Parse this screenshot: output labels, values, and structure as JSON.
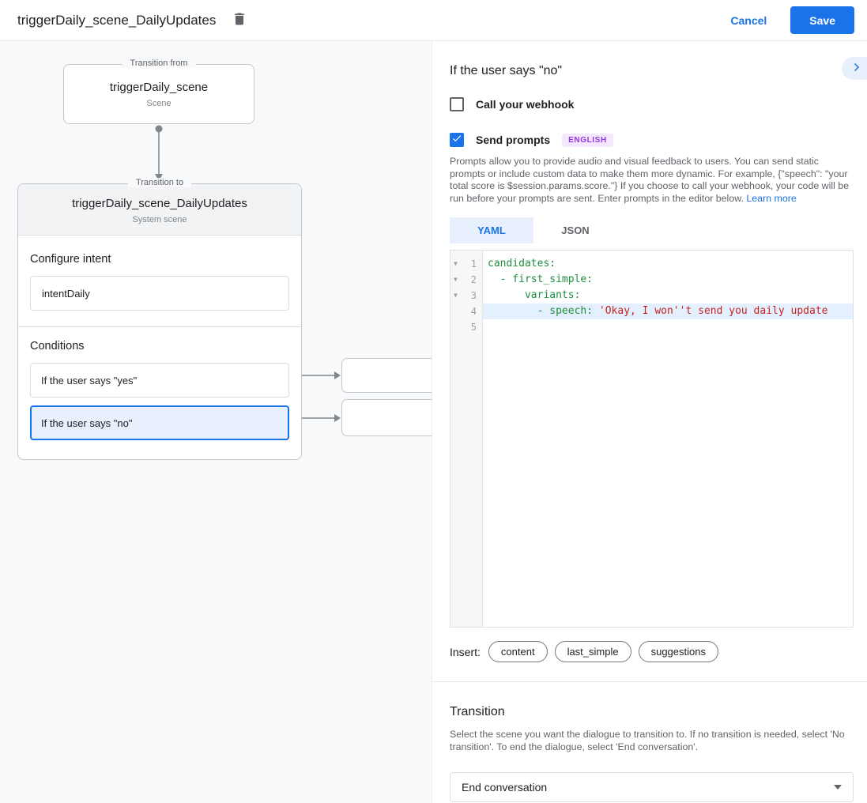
{
  "topbar": {
    "title": "triggerDaily_scene_DailyUpdates",
    "cancel_label": "Cancel",
    "save_label": "Save"
  },
  "canvas": {
    "from_box": {
      "label": "Transition from",
      "title": "triggerDaily_scene",
      "subtitle": "Scene"
    },
    "to_box": {
      "label": "Transition to",
      "title": "triggerDaily_scene_DailyUpdates",
      "subtitle": "System scene",
      "configure_intent_label": "Configure intent",
      "intent_value": "intentDaily",
      "conditions_label": "Conditions",
      "conditions": [
        {
          "label": "If the user says \"yes\"",
          "selected": false
        },
        {
          "label": "If the user says \"no\"",
          "selected": true
        }
      ]
    }
  },
  "panel": {
    "title": "If the user says \"no\"",
    "webhook_label": "Call your webhook",
    "prompts_label": "Send prompts",
    "language_badge": "ENGLISH",
    "description": "Prompts allow you to provide audio and visual feedback to users. You can send static prompts or include custom data to make them more dynamic. For example, {\"speech\": \"your total score is $session.params.score.\"} If you choose to call your webhook, your code will be run before your prompts are sent. Enter prompts in the editor below. ",
    "learn_more_label": "Learn more",
    "tabs": [
      {
        "label": "YAML",
        "active": true
      },
      {
        "label": "JSON",
        "active": false
      }
    ],
    "editor": {
      "lines": [
        {
          "num": 1,
          "fold": true,
          "highlight": false,
          "segments": [
            {
              "t": "candidates:",
              "c": "key"
            }
          ]
        },
        {
          "num": 2,
          "fold": true,
          "highlight": false,
          "segments": [
            {
              "t": "  - first_simple:",
              "c": "key"
            }
          ]
        },
        {
          "num": 3,
          "fold": true,
          "highlight": false,
          "segments": [
            {
              "t": "      variants:",
              "c": "key"
            }
          ]
        },
        {
          "num": 4,
          "fold": false,
          "highlight": true,
          "segments": [
            {
              "t": "        - speech: ",
              "c": "key"
            },
            {
              "t": "'Okay, I won''t send you daily update",
              "c": "str"
            }
          ]
        },
        {
          "num": 5,
          "fold": false,
          "highlight": false,
          "segments": []
        }
      ]
    },
    "insert": {
      "label": "Insert:",
      "chips": [
        "content",
        "last_simple",
        "suggestions"
      ]
    },
    "transition": {
      "title": "Transition",
      "description": "Select the scene you want the dialogue to transition to. If no transition is needed, select 'No transition'. To end the dialogue, select 'End conversation'.",
      "selected_value": "End conversation"
    }
  },
  "colors": {
    "accent_blue": "#1a73e8",
    "selected_condition_bg": "#e8f0fe",
    "canvas_bg": "#f8f9fa",
    "badge_bg": "#f4e8fd",
    "badge_text": "#9334e6",
    "code_key": "#1e8e3e",
    "code_string": "#c5221f",
    "code_highlight_bg": "#e4f0fd"
  }
}
